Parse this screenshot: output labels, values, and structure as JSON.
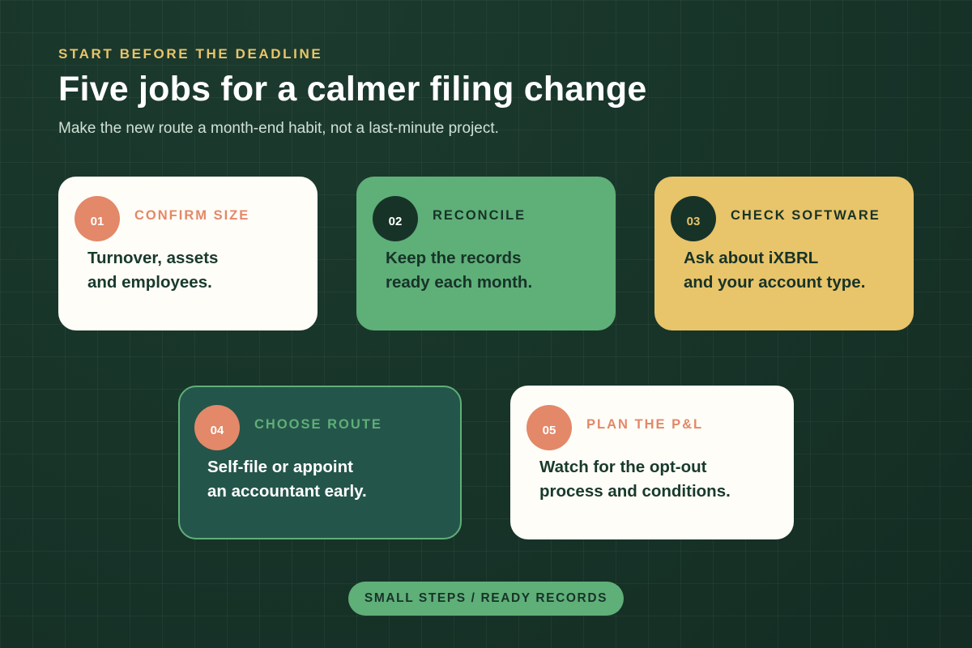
{
  "header": {
    "eyebrow": "START BEFORE THE DEADLINE",
    "title": "Five jobs for a calmer filing change",
    "subtitle": "Make the new route a month-end habit, not a last-minute project."
  },
  "steps": [
    {
      "number": "01",
      "label": "CONFIRM SIZE",
      "text": "Turnover, assets\nand employees."
    },
    {
      "number": "02",
      "label": "RECONCILE",
      "text": "Keep the records\nready each month."
    },
    {
      "number": "03",
      "label": "CHECK SOFTWARE",
      "text": "Ask about iXBRL\nand your account type."
    },
    {
      "number": "04",
      "label": "CHOOSE ROUTE",
      "text": "Self-file or appoint\nan accountant early."
    },
    {
      "number": "05",
      "label": "PLAN THE P&L",
      "text": "Watch for the opt-out\nprocess and conditions."
    }
  ],
  "footer": {
    "tagline": "SMALL STEPS / READY RECORDS"
  },
  "colors": {
    "background": "#173328",
    "accent_gold": "#e8c46a",
    "accent_green": "#5faf78",
    "accent_coral": "#e38868",
    "card_light": "#fffdf8",
    "card_dark": "#24554a"
  }
}
